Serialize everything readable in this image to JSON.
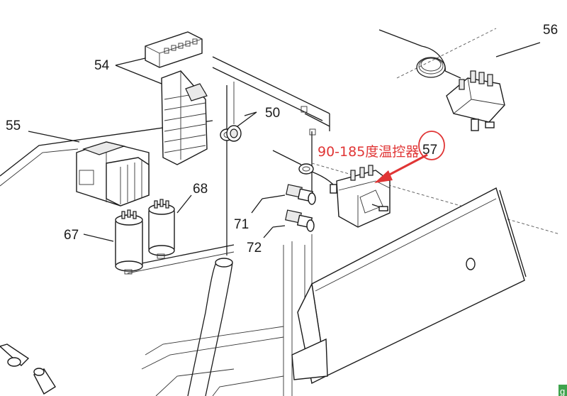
{
  "callouts": {
    "c50": "50",
    "c54": "54",
    "c55": "55",
    "c56": "56",
    "c57": "57",
    "c67": "67",
    "c68": "68",
    "c71": "71",
    "c72": "72"
  },
  "annotation": {
    "text": "90-185度温控器",
    "color": "#e03535"
  },
  "corner_badge": "g"
}
